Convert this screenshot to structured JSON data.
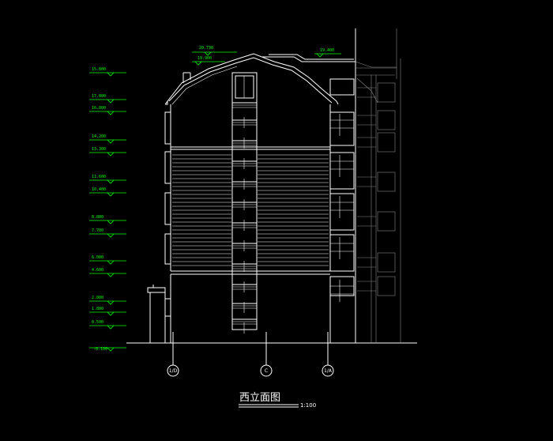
{
  "drawing": {
    "title": "西立面图",
    "scale": "1:100",
    "colors": {
      "background": "#000000",
      "lines": "#ffffff",
      "levels": "#00ff00",
      "hidden": "#888888"
    }
  },
  "levels": [
    {
      "label": "15.800"
    },
    {
      "label": "17.800"
    },
    {
      "label": "16.800"
    },
    {
      "label": "14.200"
    },
    {
      "label": "13.300"
    },
    {
      "label": "11.600"
    },
    {
      "label": "10.400"
    },
    {
      "label": "8.800"
    },
    {
      "label": "7.700"
    },
    {
      "label": "6.000"
    },
    {
      "label": "4.600"
    },
    {
      "label": "2.800"
    },
    {
      "label": "1.800"
    },
    {
      "label": "0.500"
    },
    {
      "label": "-0.100"
    }
  ],
  "roof_levels": [
    {
      "label": "20.730"
    },
    {
      "label": "19.900"
    },
    {
      "label": "19.400"
    }
  ],
  "axes": [
    {
      "label": "1/D"
    },
    {
      "label": "C"
    },
    {
      "label": "1/A"
    }
  ]
}
